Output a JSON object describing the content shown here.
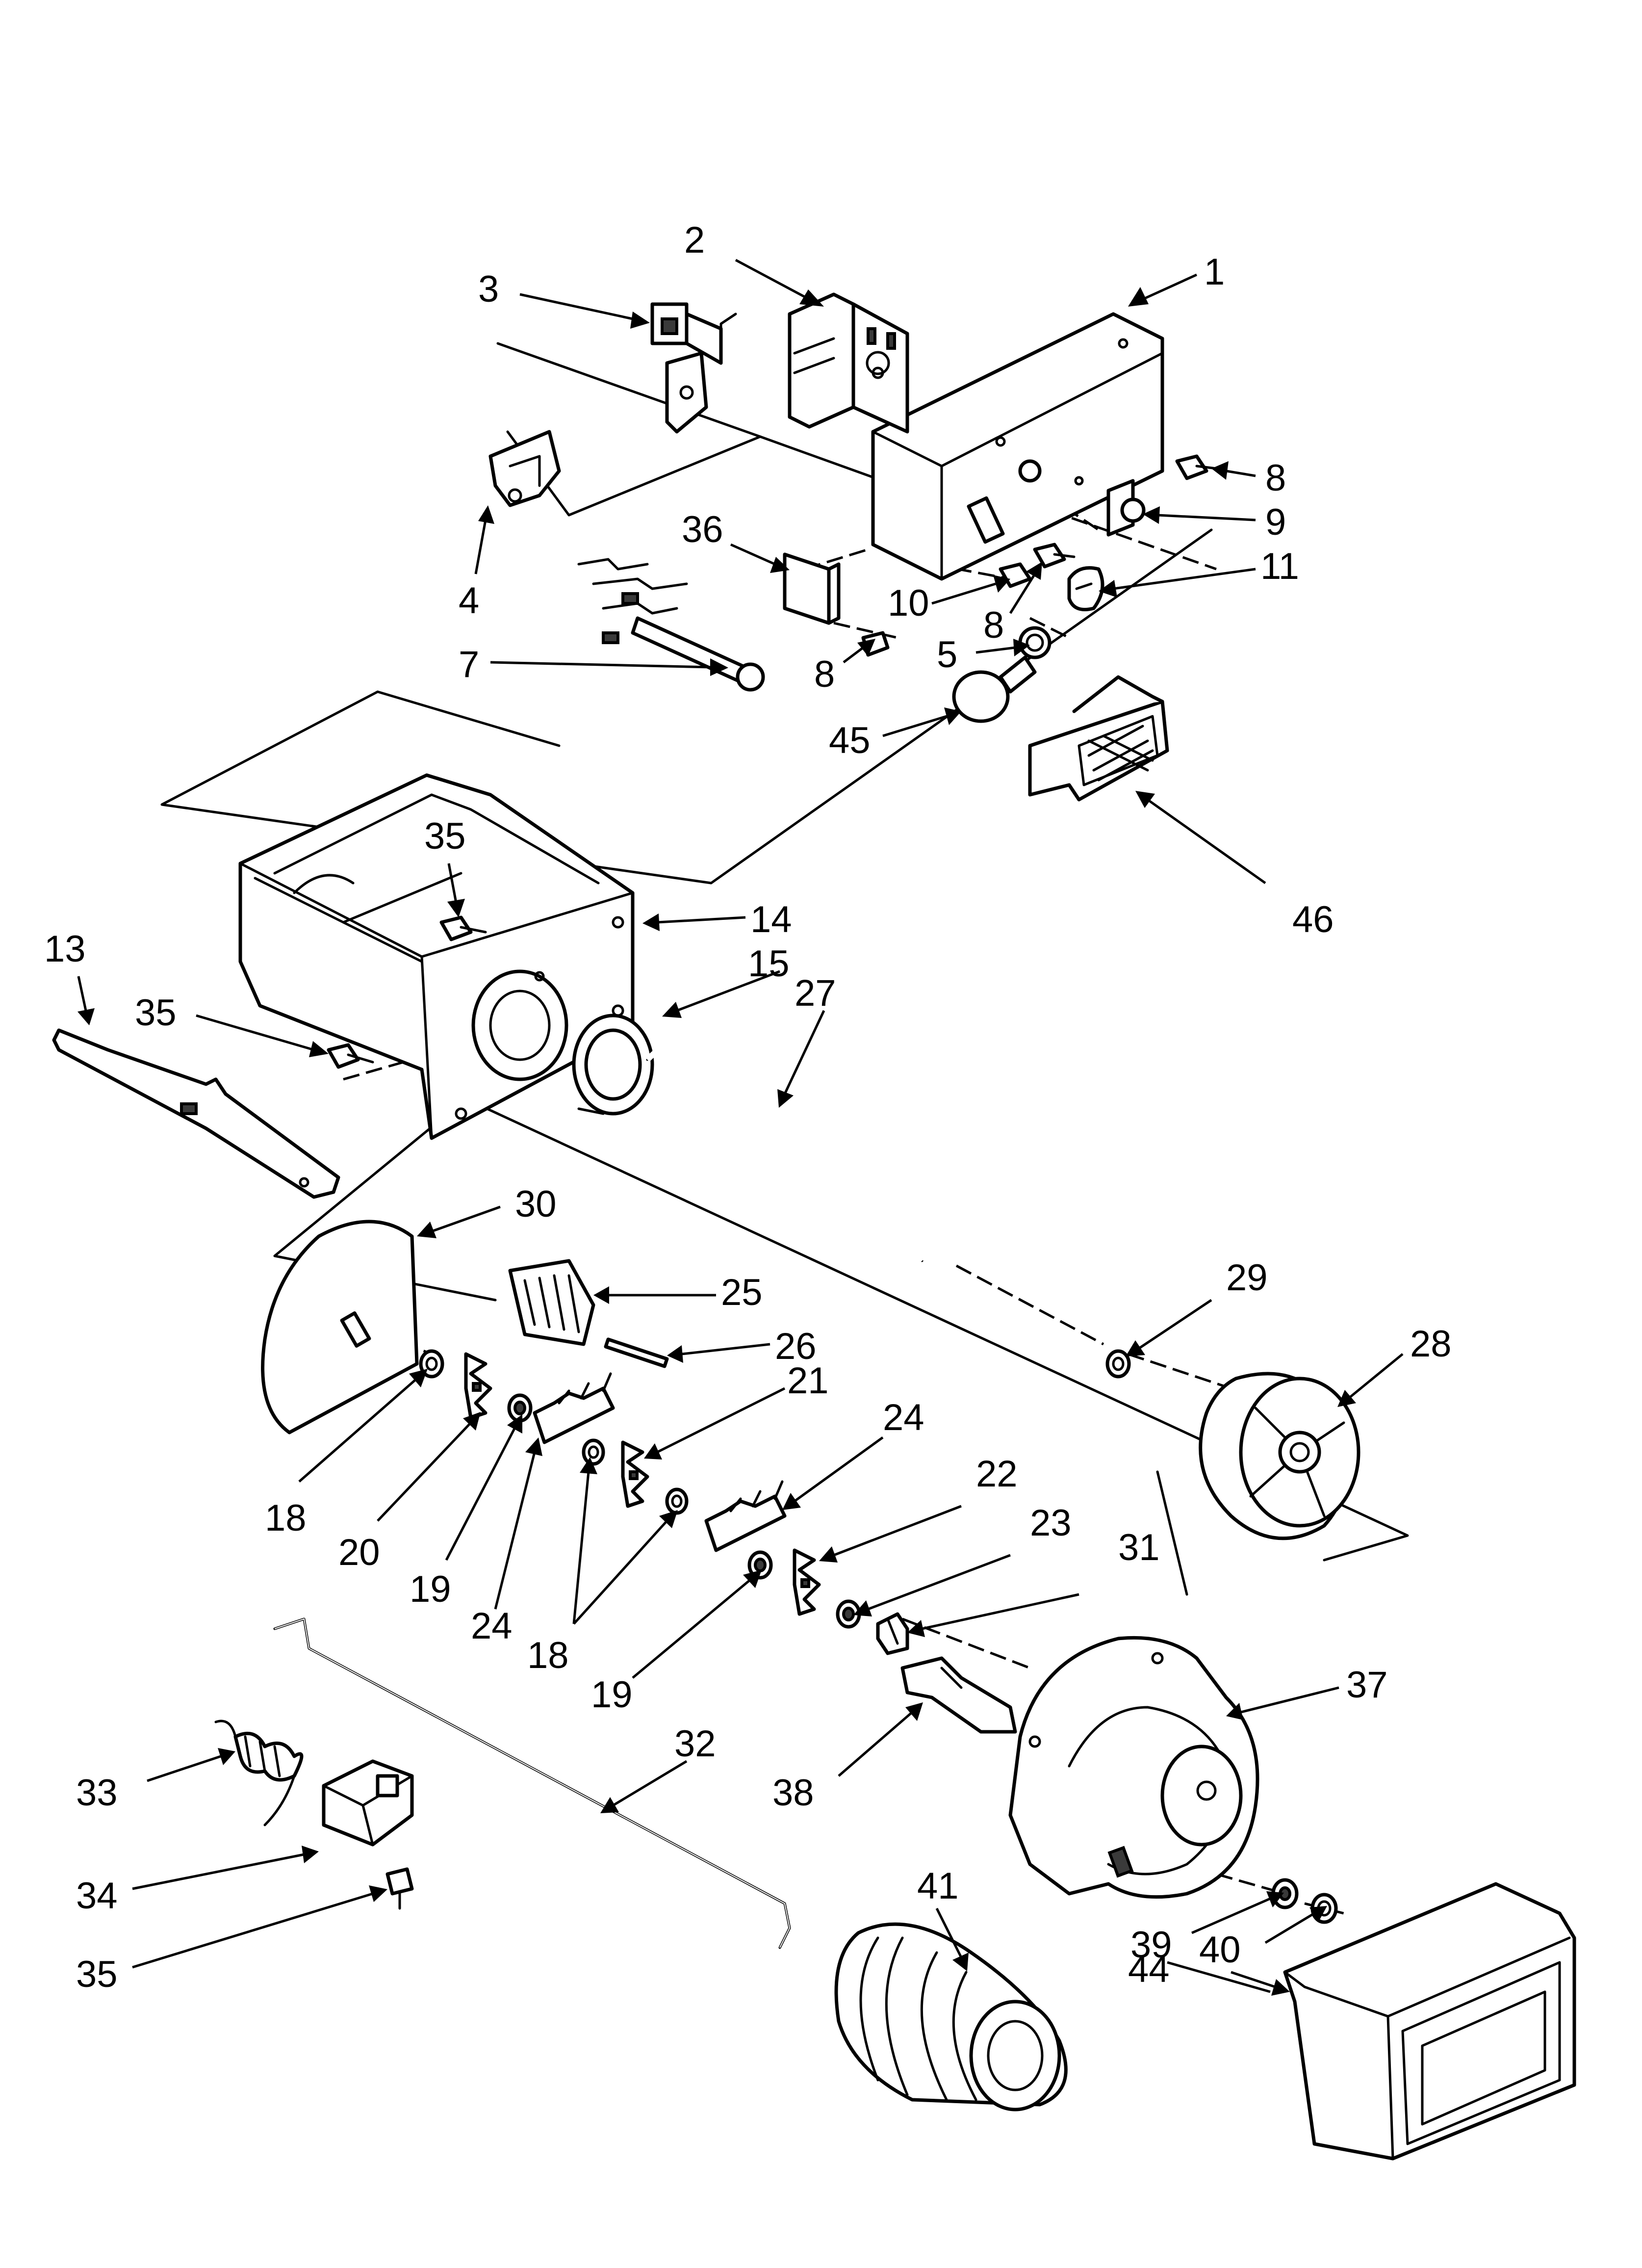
{
  "diagram": {
    "callouts": [
      {
        "id": "c2",
        "label": "2"
      },
      {
        "id": "c1",
        "label": "1"
      },
      {
        "id": "c3",
        "label": "3"
      },
      {
        "id": "c8a",
        "label": "8"
      },
      {
        "id": "c9",
        "label": "9"
      },
      {
        "id": "c11",
        "label": "11"
      },
      {
        "id": "c36",
        "label": "36"
      },
      {
        "id": "c4",
        "label": "4"
      },
      {
        "id": "c10",
        "label": "10"
      },
      {
        "id": "c8b",
        "label": "8"
      },
      {
        "id": "c5",
        "label": "5"
      },
      {
        "id": "c7",
        "label": "7"
      },
      {
        "id": "c8c",
        "label": "8"
      },
      {
        "id": "c45",
        "label": "45"
      },
      {
        "id": "c46",
        "label": "46"
      },
      {
        "id": "c35a",
        "label": "35"
      },
      {
        "id": "c14",
        "label": "14"
      },
      {
        "id": "c13",
        "label": "13"
      },
      {
        "id": "c15",
        "label": "15"
      },
      {
        "id": "c27",
        "label": "27"
      },
      {
        "id": "c35b",
        "label": "35"
      },
      {
        "id": "c30",
        "label": "30"
      },
      {
        "id": "c29",
        "label": "29"
      },
      {
        "id": "c25",
        "label": "25"
      },
      {
        "id": "c28",
        "label": "28"
      },
      {
        "id": "c26",
        "label": "26"
      },
      {
        "id": "c21",
        "label": "21"
      },
      {
        "id": "c24a",
        "label": "24"
      },
      {
        "id": "c18a",
        "label": "18"
      },
      {
        "id": "c22",
        "label": "22"
      },
      {
        "id": "c20",
        "label": "20"
      },
      {
        "id": "c23",
        "label": "23"
      },
      {
        "id": "c31",
        "label": "31"
      },
      {
        "id": "c19a",
        "label": "19"
      },
      {
        "id": "c24b",
        "label": "24"
      },
      {
        "id": "c18b",
        "label": "18"
      },
      {
        "id": "c19b",
        "label": "19"
      },
      {
        "id": "c37",
        "label": "37"
      },
      {
        "id": "c32",
        "label": "32"
      },
      {
        "id": "c33",
        "label": "33"
      },
      {
        "id": "c38",
        "label": "38"
      },
      {
        "id": "c41",
        "label": "41"
      },
      {
        "id": "c34",
        "label": "34"
      },
      {
        "id": "c39",
        "label": "39"
      },
      {
        "id": "c40",
        "label": "40"
      },
      {
        "id": "c44",
        "label": "44"
      },
      {
        "id": "c35c",
        "label": "35"
      }
    ]
  }
}
